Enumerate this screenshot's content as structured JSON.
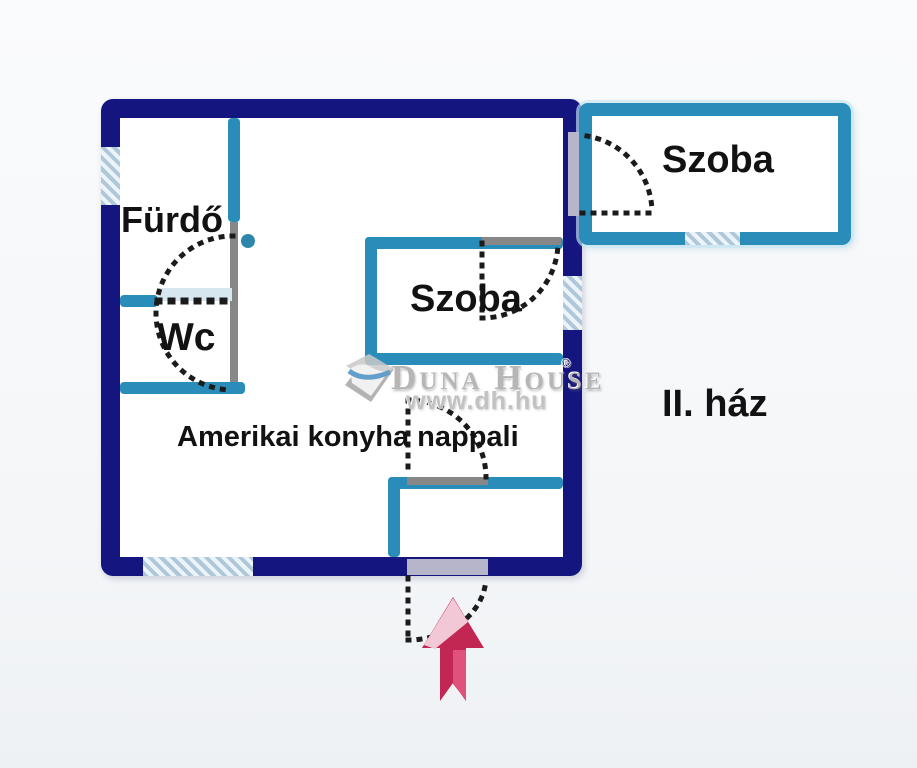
{
  "floor_plan": {
    "rooms": {
      "bathroom": {
        "label": "Fürdő"
      },
      "wc": {
        "label": "Wc"
      },
      "bedroom_inner": {
        "label": "Szoba"
      },
      "bedroom_annex": {
        "label": "Szoba"
      },
      "living_kitchen": {
        "label": "Amerikai konyha nappali"
      },
      "building": {
        "label": "II. ház"
      }
    },
    "watermark": {
      "brand": "Duna House",
      "registered_mark": "®",
      "url": "www.dh.hu"
    },
    "symbols": {
      "entrance_arrow": "entrance-arrow-up",
      "door_swing": "door-swing-arc",
      "window": "window-hatch"
    },
    "colors": {
      "wall-navy": "#15157f",
      "wall-teal": "#2a8cb8",
      "door-jamb": "#878787",
      "door-leaf": "#b7b5c9",
      "hatch-dark": "#aec8da",
      "hatch-light": "#ecf4f9",
      "swing-dash": "#1b1b1b",
      "label-text": "#121212",
      "watermark-gray": "#b6b6b6",
      "arrow-dark": "#c22753",
      "arrow-mid": "#e0517b",
      "arrow-light": "#f2c7d6",
      "hinge-dot": "#2e86ad"
    }
  }
}
